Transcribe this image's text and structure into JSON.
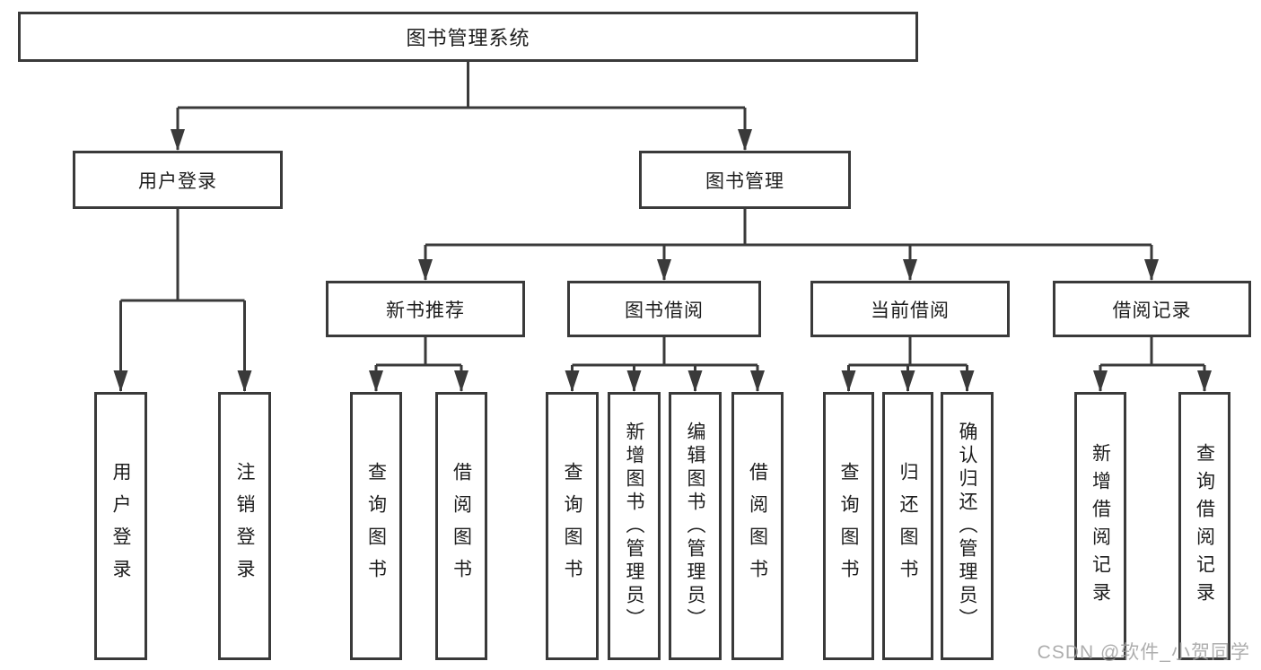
{
  "nodes": {
    "root": {
      "label": "图书管理系统"
    },
    "user_login": {
      "label": "用户登录"
    },
    "book_mgmt": {
      "label": "图书管理"
    },
    "new_book_rec": {
      "label": "新书推荐"
    },
    "book_borrow": {
      "label": "图书借阅"
    },
    "current_borrow": {
      "label": "当前借阅"
    },
    "borrow_records": {
      "label": "借阅记录"
    },
    "leaf_user_login": {
      "label": "用户登录"
    },
    "leaf_logout": {
      "label": "注销登录"
    },
    "leaf_nb_query": {
      "label": "查询图书"
    },
    "leaf_nb_borrow": {
      "label": "借阅图书"
    },
    "leaf_bb_query": {
      "label": "查询图书"
    },
    "leaf_bb_add": {
      "label": "新增图书（管理员）"
    },
    "leaf_bb_edit": {
      "label": "编辑图书（管理员）"
    },
    "leaf_bb_borrow": {
      "label": "借阅图书"
    },
    "leaf_cb_query": {
      "label": "查询图书"
    },
    "leaf_cb_return": {
      "label": "归还图书"
    },
    "leaf_cb_confirm": {
      "label": "确认归还（管理员）"
    },
    "leaf_br_add": {
      "label": "新增借阅记录"
    },
    "leaf_br_query": {
      "label": "查询借阅记录"
    }
  },
  "edges": [
    {
      "from": "root",
      "to": "user_login"
    },
    {
      "from": "root",
      "to": "book_mgmt"
    },
    {
      "from": "user_login",
      "to": "leaf_user_login"
    },
    {
      "from": "user_login",
      "to": "leaf_logout"
    },
    {
      "from": "book_mgmt",
      "to": "new_book_rec"
    },
    {
      "from": "book_mgmt",
      "to": "book_borrow"
    },
    {
      "from": "book_mgmt",
      "to": "current_borrow"
    },
    {
      "from": "book_mgmt",
      "to": "borrow_records"
    },
    {
      "from": "new_book_rec",
      "to": "leaf_nb_query"
    },
    {
      "from": "new_book_rec",
      "to": "leaf_nb_borrow"
    },
    {
      "from": "book_borrow",
      "to": "leaf_bb_query"
    },
    {
      "from": "book_borrow",
      "to": "leaf_bb_add"
    },
    {
      "from": "book_borrow",
      "to": "leaf_bb_edit"
    },
    {
      "from": "book_borrow",
      "to": "leaf_bb_borrow"
    },
    {
      "from": "current_borrow",
      "to": "leaf_cb_query"
    },
    {
      "from": "current_borrow",
      "to": "leaf_cb_return"
    },
    {
      "from": "current_borrow",
      "to": "leaf_cb_confirm"
    },
    {
      "from": "borrow_records",
      "to": "leaf_br_add"
    },
    {
      "from": "borrow_records",
      "to": "leaf_br_query"
    }
  ],
  "watermark": {
    "text": "CSDN @软件_小贺同学"
  },
  "colors": {
    "line": "#3a3a3a",
    "text": "#1d1d1d",
    "watermark": "#a0a0a0",
    "background": "#ffffff"
  }
}
